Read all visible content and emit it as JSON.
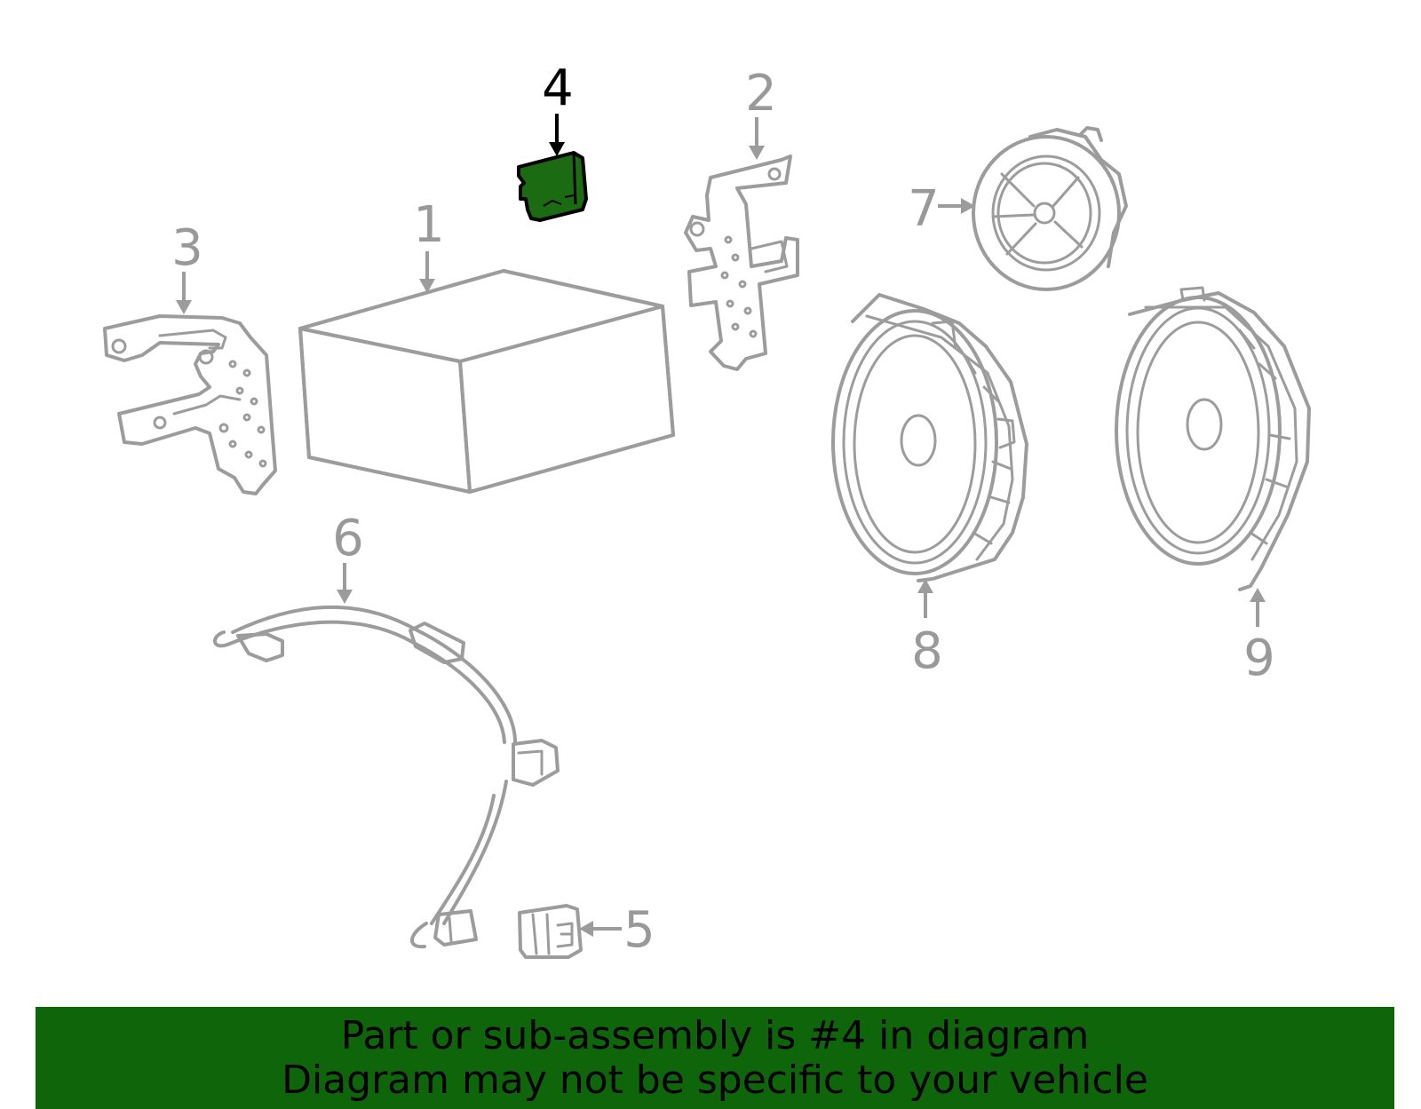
{
  "callouts": [
    {
      "id": "1",
      "label": "1"
    },
    {
      "id": "2",
      "label": "2"
    },
    {
      "id": "3",
      "label": "3"
    },
    {
      "id": "4",
      "label": "4"
    },
    {
      "id": "5",
      "label": "5"
    },
    {
      "id": "6",
      "label": "6"
    },
    {
      "id": "7",
      "label": "7"
    },
    {
      "id": "8",
      "label": "8"
    },
    {
      "id": "9",
      "label": "9"
    }
  ],
  "highlighted_part": "4",
  "colors": {
    "highlight_fill": "#1a6b12",
    "banner_background": "#0f650a",
    "part_outline": "#9c9c9c"
  },
  "banner": {
    "line1": "Part or sub-assembly is #4 in diagram",
    "line2": "Diagram may not be specific to your vehicle"
  }
}
